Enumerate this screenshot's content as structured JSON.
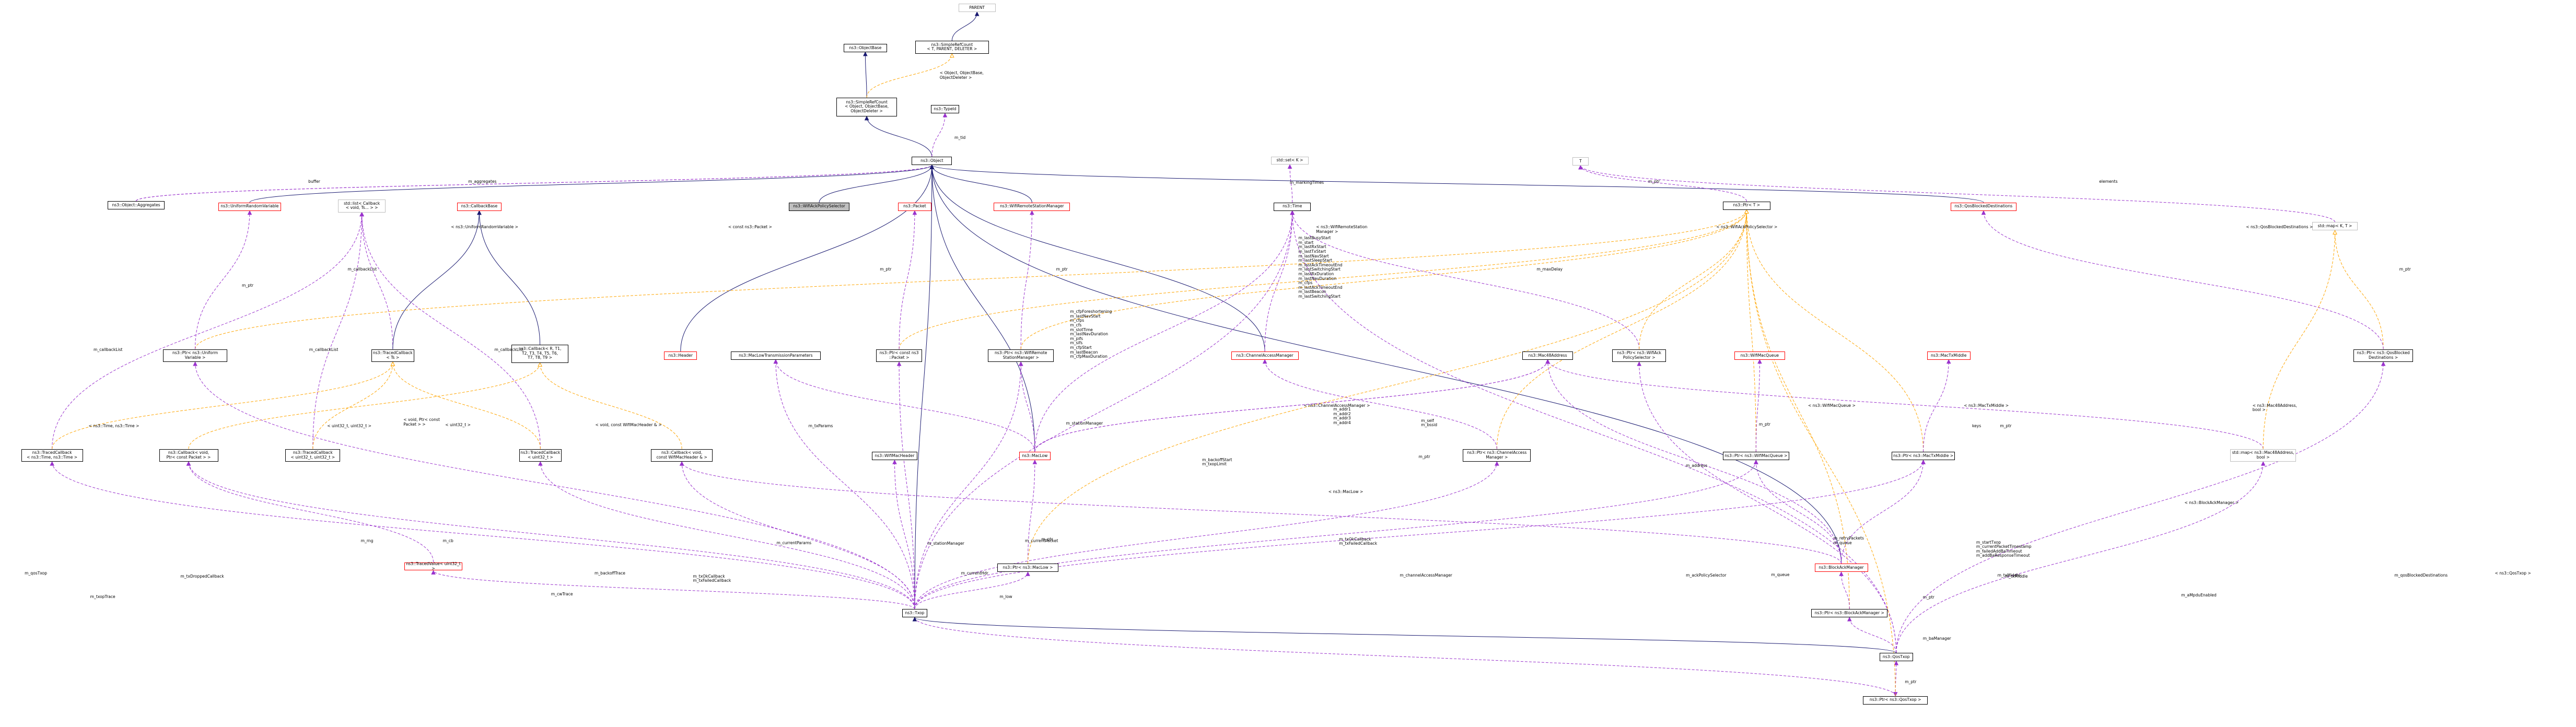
{
  "diagram": {
    "colors": {
      "inheritance": "#191970",
      "usage": "#9a32cd",
      "template": "#ffa500",
      "box_border": "#000000",
      "undocumented": "#ff0000",
      "external": "#bfbfbf"
    },
    "nodes": {
      "parent": "PARENT",
      "simple_ref_count_tpl": "ns3::SimpleRefCount\n< T, PARENT, DELETER >",
      "object_base": "ns3::ObjectBase",
      "simple_ref_count_obj": "ns3::SimpleRefCount\n< Object, ObjectBase,\nObjectDeleter >",
      "type_id": "ns3::TypeId",
      "object": "ns3::Object",
      "std_set": "std::set< K >",
      "t": "T",
      "object_aggregates": "ns3::Object::Aggregates",
      "uniform_random_variable": "ns3::UniformRandomVariable",
      "std_list": "std::list< Callback\n< void, Ts... > >",
      "callback_base": "ns3::CallbackBase",
      "wifi_ack_policy_selector": "ns3::WifiAckPolicySelector",
      "packet": "ns3::Packet",
      "wifi_remote_station_manager": "ns3::WifiRemoteStationManager",
      "time": "ns3::Time",
      "ptr_t": "ns3::Ptr< T >",
      "qos_blocked_destinations": "ns3::QosBlockedDestinations",
      "std_map_kt": "std::map< K, T >",
      "ptr_uniform": "ns3::Ptr< ns3::Uniform\nVariable >",
      "traced_callback_ts": "ns3::TracedCallback\n< Ts >",
      "callback_r_t1_t9": "ns3::Callback< R, T1,\nT2, T3, T4, T5, T6,\nT7, T8, T9 >",
      "ptr_const_packet": "ns3::Ptr< const ns3\n::Packet >",
      "ptr_wifi_remote": "ns3::Ptr< ns3::WifiRemote\nStationManager >",
      "channel_access_manager": "ns3::ChannelAccessManager",
      "mac48_address": "ns3::Mac48Address",
      "ptr_wifi_ack": "ns3::Ptr< ns3::WifiAck\nPolicySelector >",
      "wifi_mac_queue": "ns3::WifiMacQueue",
      "mac_tx_middle": "ns3::MacTxMiddle",
      "ptr_qos_blocked": "ns3::Ptr< ns3::QosBlocked\nDestinations >",
      "header": "ns3::Header",
      "mac_low_tx_params": "ns3::MacLowTransmissionParameters",
      "traced_cb_time": "ns3::TracedCallback\n< ns3::Time, ns3::Time >",
      "callback_void_ptr": "ns3::Callback< void,\nPtr< const Packet > >",
      "traced_cb_u32": "ns3::TracedCallback\n< uint32_t, uint32_t >",
      "traced_cb_u32_single": "ns3::TracedCallback\n< uint32_t >",
      "callback_void_hdr": "ns3::Callback< void,\nconst WifiMacHeader & >",
      "wifi_mac_header": "ns3::WifiMacHeader",
      "mac_low": "ns3::MacLow",
      "ptr_channel_access": "ns3::Ptr< ns3::ChannelAccess\nManager >",
      "ptr_wifi_mac_queue": "ns3::Ptr< ns3::WifiMacQueue >",
      "ptr_mac_tx_middle": "ns3::Ptr< ns3::MacTxMiddle >",
      "std_map_mac48": "std::map< ns3::Mac48Address,\nbool >",
      "traced_value": "ns3::TracedValue< uint32_t >",
      "ptr_mac_low": "ns3::Ptr< ns3::MacLow >",
      "block_ack_manager": "ns3::BlockAckManager",
      "txop": "ns3::Txop",
      "ptr_block_ack": "ns3::Ptr< ns3::BlockAckManager >",
      "qos_txop": "ns3::QosTxop",
      "ptr_qos_txop": "ns3::Ptr< ns3::QosTxop >"
    },
    "labels": {
      "l1": "< Object, ObjectBase,\nObjectDeleter >",
      "l2": "m_tid",
      "l3": "m_markingTimes",
      "l4": "buffer",
      "l5": "m_aggregates",
      "l6": "m_ptr",
      "l7": "elements",
      "l8": "m_lastBusyStart\nm_start\nm_lastRxStart\nm_lastTxStart\nm_lastNavStart\nm_lastSleepStart\nm_lastAckTimeoutEnd\nm_lastSwitchingStart\nm_lastRxDuration\nm_lastNavDuration\nm_cfps\nm_lastAckTimeoutEnd\nm_lastBeacon\nm_lastSwitchingStart",
      "l9": "m_callbackList",
      "l10": "< ns3::UniformRandomVariable >",
      "l11": "m_ptr",
      "l12": "< const ns3::Packet >",
      "l13": "m_ptr",
      "l14": "m_ptr",
      "l15": "< ns3::WifiRemoteStation\nManager >",
      "l16": "m_maxDelay",
      "l17": "< ns3::WifiAckPolicySelector >",
      "l18": "< ns3::QosBlockedDestinations >",
      "l19": "m_ptr",
      "l20": "m_cfpForeshortening\nm_lastNavStart\nm_cfps\nm_cfs\nm_slotTime\nm_lastNavDuration\nm_pifs\nm_sifs\nm_cfpStart\nm_lastBeacon\nm_cfpMaxDuration",
      "l21": "m_callbackList",
      "l22": "m_callbackList",
      "l23": "m_callbackList",
      "l24": "m_callbackList",
      "l25": "< ns3::Time, ns3::Time >",
      "l26": "< uint32_t, uint32_t >",
      "l27": "< void, Ptr< const\nPacket > >",
      "l28": "< uint32_t >",
      "l29": "< void, const WifiMacHeader & >",
      "l30": "m_txParams",
      "l31": "m_stationManager",
      "l32": "< ns3::ChannelAccessManager >",
      "l33": "m_addr1\nm_addr2\nm_addr3\nm_addr4",
      "l34": "m_self\nm_bssid",
      "l35": "< ns3::WifiMacQueue >",
      "l36": "m_ptr",
      "l37": "< ns3::MacTxMiddle >",
      "l38": "keys",
      "l39": "m_ptr",
      "l40": "< ns3::Mac48Address,\nbool >",
      "l41": "m_ptr",
      "l42": "m_ptr",
      "l43": "< ns3::MacLow >",
      "l44": "m_backoffStart\nm_txopLimit",
      "l45": "m_ptr",
      "l46": "m_address",
      "l47": "m_retryPackets\nm_queue",
      "l48": "m_txMiddle",
      "l49": "< ns3::BlockAckManager >",
      "l50": "m_txOkCallback\nm_txFailedCallback",
      "l51": "m_startTxop\nm_currentPacketTimestamp\nm_failedAddBaTimeout\nm_addBaResponseTimeout",
      "l52": "m_rng",
      "l53": "m_cb",
      "l54": "m_txDroppedCallback",
      "l55": "m_cwTrace",
      "l56": "m_backoffTrace",
      "l57": "m_txOkCallback\nm_txFailedCallback",
      "l58": "m_currentParams",
      "l59": "m_stationManager",
      "l60": "m_currentHdr",
      "l61": "m_currentPacket",
      "l62": "m_low",
      "l63": "m_channelAccessManager",
      "l64": "m_ackPolicySelector",
      "l65": "m_queue",
      "l66": "m_txMiddle",
      "l67": "m_qosBlockedDestinations",
      "l68": "m_ptr",
      "l69": "m_baManager",
      "l70": "m_aMpduEnabled",
      "l71": "m_ptr",
      "l72": "m_qosTxop",
      "l73": "< ns3::QosTxop >",
      "l74": "m_txopTrace",
      "l75": "m_ptr"
    }
  }
}
